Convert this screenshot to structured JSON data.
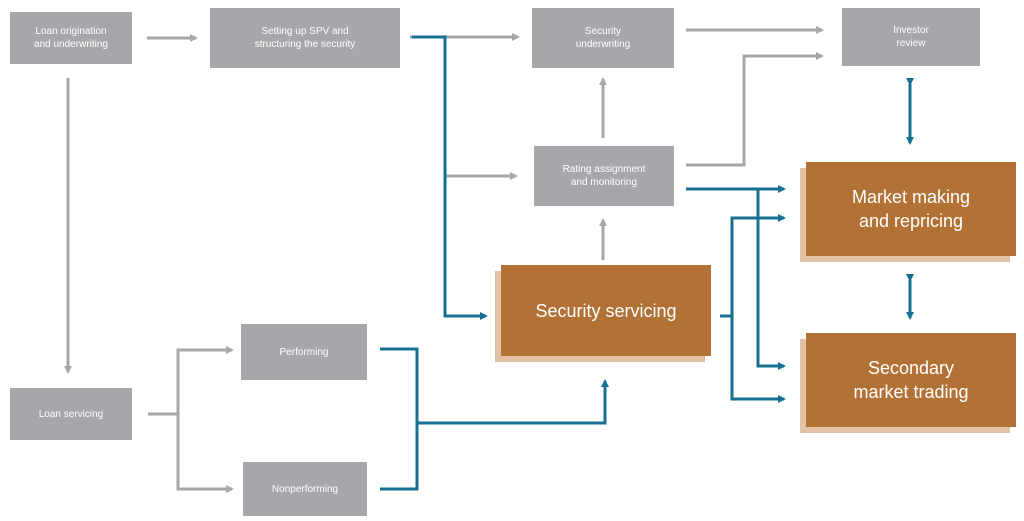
{
  "nodes": {
    "loan_origination": "Loan origination\nand underwriting",
    "spv": "Setting up SPV and\nstructuring the security",
    "security_underwriting": "Security\nunderwriting",
    "investor_review": "Investor\nreview",
    "rating": "Rating assignment\nand monitoring",
    "market_making": "Market making\nand repricing",
    "security_servicing": "Security servicing",
    "secondary_market": "Secondary\nmarket trading",
    "performing": "Performing",
    "loan_servicing": "Loan servicing",
    "nonperforming": "Nonperforming"
  },
  "colors": {
    "gray_box": "#a6a7aa",
    "brown_box": "#b37235",
    "brown_shadow": "#e2c2a4",
    "gray_arrow": "#a6a7aa",
    "blue_arrow": "#17708f"
  }
}
